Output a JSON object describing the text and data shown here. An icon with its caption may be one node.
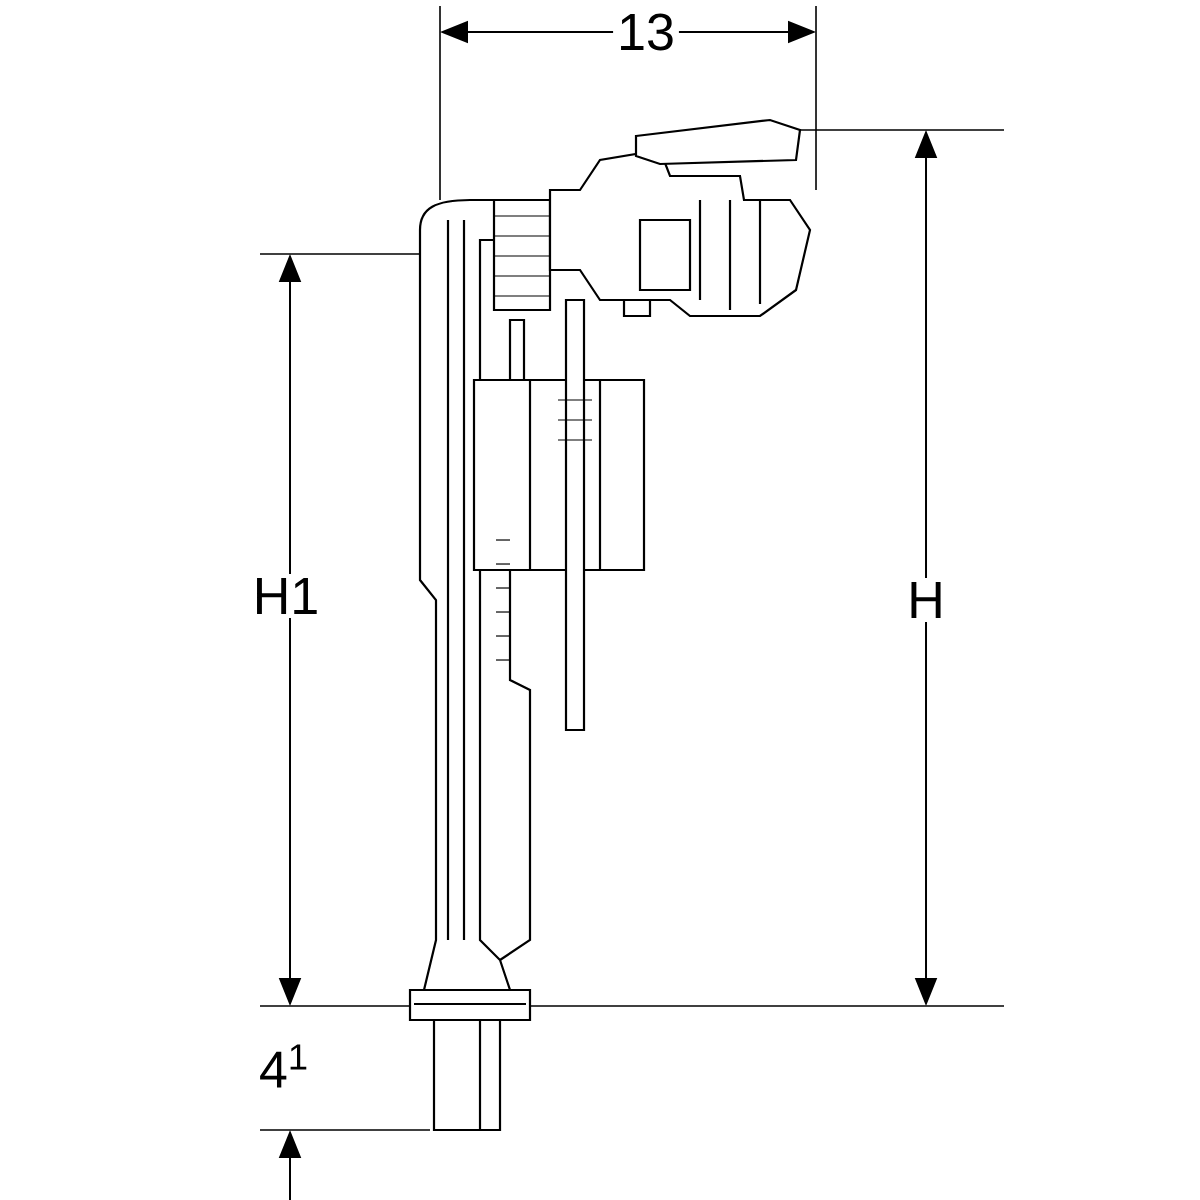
{
  "diagram": {
    "labels": [
      "13",
      "H1",
      "H",
      "4$^{1}$"
    ]
  }
}
